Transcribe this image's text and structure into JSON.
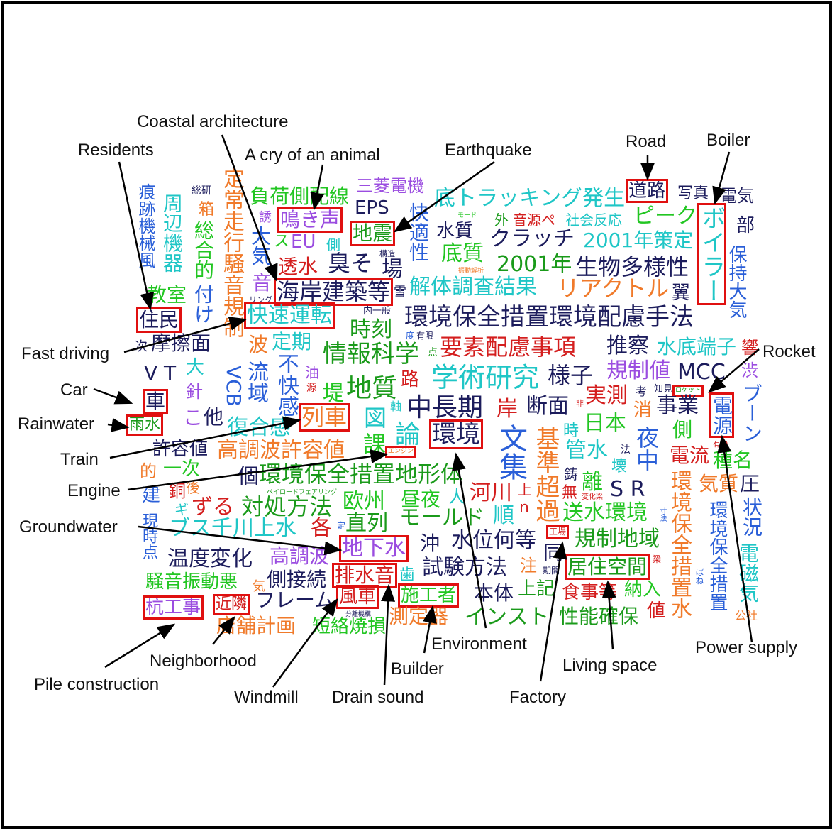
{
  "labels": {
    "coastal_architecture": "Coastal architecture",
    "residents": "Residents",
    "cry_of_animal": "A cry of an animal",
    "earthquake": "Earthquake",
    "road": "Road",
    "boiler": "Boiler",
    "rocket": "Rocket",
    "fast_driving": "Fast driving",
    "car": "Car",
    "rainwater": "Rainwater",
    "train": "Train",
    "engine": "Engine",
    "groundwater": "Groundwater",
    "neighborhood": "Neighborhood",
    "pile_construction": "Pile construction",
    "windmill": "Windmill",
    "drain_sound": "Drain sound",
    "builder": "Builder",
    "environment": "Environment",
    "factory": "Factory",
    "living_space": "Living space",
    "power_supply": "Power supply"
  },
  "colors": {
    "navy": "#1c1c5c",
    "blue": "#2a5fd8",
    "cyan": "#1fc6c6",
    "green": "#1a9a1a",
    "lime": "#22c622",
    "orange": "#f07a2a",
    "red": "#d41e1e",
    "purple": "#9b4de0",
    "highlight": "#e01010"
  },
  "words": [
    {
      "text": "痕跡機械風",
      "color": "blue"
    },
    {
      "text": "周辺機器",
      "color": "cyan"
    },
    {
      "text": "総研",
      "color": "navy"
    },
    {
      "text": "箱",
      "color": "orange"
    },
    {
      "text": "総合的",
      "color": "lime"
    },
    {
      "text": "付け",
      "color": "blue"
    },
    {
      "text": "定常走行騒音規制",
      "color": "orange"
    },
    {
      "text": "教室",
      "color": "lime"
    },
    {
      "text": "住民",
      "color": "navy"
    },
    {
      "text": "次",
      "color": "navy"
    },
    {
      "text": "摩擦面",
      "color": "navy"
    },
    {
      "text": "負荷側配線",
      "color": "lime"
    },
    {
      "text": "三菱電機",
      "color": "purple"
    },
    {
      "text": "EPS",
      "color": "navy"
    },
    {
      "text": "誘",
      "color": "purple"
    },
    {
      "text": "鳴き声",
      "color": "purple"
    },
    {
      "text": "地震",
      "color": "green"
    },
    {
      "text": "大気",
      "color": "blue"
    },
    {
      "text": "ス",
      "color": "lime"
    },
    {
      "text": "EU",
      "color": "purple"
    },
    {
      "text": "側",
      "color": "cyan"
    },
    {
      "text": "透水",
      "color": "red"
    },
    {
      "text": "臭そ",
      "color": "navy"
    },
    {
      "text": "構造",
      "color": "navy"
    },
    {
      "text": "場",
      "color": "navy"
    },
    {
      "text": "音",
      "color": "purple"
    },
    {
      "text": "海岸建築等",
      "color": "navy"
    },
    {
      "text": "雪",
      "color": "navy"
    },
    {
      "text": "リング",
      "color": "navy"
    },
    {
      "text": "快速運転",
      "color": "cyan"
    },
    {
      "text": "内一般",
      "color": "navy"
    },
    {
      "text": "時刻",
      "color": "green"
    },
    {
      "text": "波",
      "color": "orange"
    },
    {
      "text": "定期",
      "color": "cyan"
    },
    {
      "text": "情報科学",
      "color": "green"
    },
    {
      "text": "度",
      "color": "blue"
    },
    {
      "text": "有限",
      "color": "navy"
    },
    {
      "text": "点",
      "color": "green"
    },
    {
      "text": "V T",
      "color": "navy"
    },
    {
      "text": "大",
      "color": "cyan"
    },
    {
      "text": "針",
      "color": "purple"
    },
    {
      "text": "VCB",
      "color": "blue"
    },
    {
      "text": "流域",
      "color": "blue"
    },
    {
      "text": "不快感",
      "color": "blue"
    },
    {
      "text": "油",
      "color": "purple"
    },
    {
      "text": "源",
      "color": "red"
    },
    {
      "text": "堤",
      "color": "lime"
    },
    {
      "text": "地質",
      "color": "green"
    },
    {
      "text": "路",
      "color": "red"
    },
    {
      "text": "環境保全措置環境配慮手法",
      "color": "navy"
    },
    {
      "text": "要素配慮事項",
      "color": "red"
    },
    {
      "text": "推察",
      "color": "navy"
    },
    {
      "text": "水底端子",
      "color": "cyan"
    },
    {
      "text": "響",
      "color": "red"
    },
    {
      "text": "学術研究",
      "color": "cyan"
    },
    {
      "text": "様子",
      "color": "navy"
    },
    {
      "text": "規制値",
      "color": "purple"
    },
    {
      "text": "MCC",
      "color": "navy"
    },
    {
      "text": "渋",
      "color": "purple"
    },
    {
      "text": "車",
      "color": "navy"
    },
    {
      "text": "雨水",
      "color": "green"
    },
    {
      "text": "こ",
      "color": "purple"
    },
    {
      "text": "他",
      "color": "navy"
    },
    {
      "text": "復合感",
      "color": "cyan"
    },
    {
      "text": "列車",
      "color": "orange"
    },
    {
      "text": "図",
      "color": "cyan"
    },
    {
      "text": "軸",
      "color": "cyan"
    },
    {
      "text": "中長期",
      "color": "navy"
    },
    {
      "text": "岸",
      "color": "red"
    },
    {
      "text": "断面",
      "color": "navy"
    },
    {
      "text": "非",
      "color": "red"
    },
    {
      "text": "実測",
      "color": "red"
    },
    {
      "text": "考",
      "color": "navy"
    },
    {
      "text": "知見",
      "color": "navy"
    },
    {
      "text": "ロケット",
      "color": "green"
    },
    {
      "text": "消",
      "color": "orange"
    },
    {
      "text": "事業",
      "color": "navy"
    },
    {
      "text": "電源",
      "color": "blue"
    },
    {
      "text": "ブーン",
      "color": "blue"
    },
    {
      "text": "許容値",
      "color": "navy"
    },
    {
      "text": "高調波許容値",
      "color": "orange"
    },
    {
      "text": "課",
      "color": "lime"
    },
    {
      "text": "論",
      "color": "cyan"
    },
    {
      "text": "環境",
      "color": "navy"
    },
    {
      "text": "エンジン",
      "color": "orange"
    },
    {
      "text": "文集",
      "color": "blue"
    },
    {
      "text": "時",
      "color": "cyan"
    },
    {
      "text": "日本",
      "color": "lime"
    },
    {
      "text": "管水",
      "color": "cyan"
    },
    {
      "text": "法",
      "color": "navy"
    },
    {
      "text": "夜中",
      "color": "blue"
    },
    {
      "text": "側",
      "color": "lime"
    },
    {
      "text": "電流",
      "color": "red"
    },
    {
      "text": "種名",
      "color": "lime"
    },
    {
      "text": "有無",
      "color": "red"
    },
    {
      "text": "的",
      "color": "orange"
    },
    {
      "text": "一次",
      "color": "lime"
    },
    {
      "text": "個",
      "color": "navy"
    },
    {
      "text": "環境保全措置地形体",
      "color": "green"
    },
    {
      "text": "基準超過",
      "color": "orange"
    },
    {
      "text": "鋳",
      "color": "navy"
    },
    {
      "text": "壊",
      "color": "cyan"
    },
    {
      "text": "離",
      "color": "lime"
    },
    {
      "text": "S R",
      "color": "navy"
    },
    {
      "text": "環境保全措置水",
      "color": "orange"
    },
    {
      "text": "気質",
      "color": "orange"
    },
    {
      "text": "圧",
      "color": "navy"
    },
    {
      "text": "建",
      "color": "blue"
    },
    {
      "text": "銅",
      "color": "red"
    },
    {
      "text": "後",
      "color": "orange"
    },
    {
      "text": "ペイロードフェアリング",
      "color": "green"
    },
    {
      "text": "ずる",
      "color": "red"
    },
    {
      "text": "ギ",
      "color": "cyan"
    },
    {
      "text": "対処方法",
      "color": "green"
    },
    {
      "text": "欧州",
      "color": "lime"
    },
    {
      "text": "昼夜",
      "color": "lime"
    },
    {
      "text": "人",
      "color": "cyan"
    },
    {
      "text": "河川",
      "color": "red"
    },
    {
      "text": "上",
      "color": "red"
    },
    {
      "text": "n",
      "color": "red"
    },
    {
      "text": "無",
      "color": "red"
    },
    {
      "text": "変化梁",
      "color": "red"
    },
    {
      "text": "順",
      "color": "cyan"
    },
    {
      "text": "送水環境",
      "color": "lime"
    },
    {
      "text": "寸法",
      "color": "blue"
    },
    {
      "text": "状況",
      "color": "blue"
    },
    {
      "text": "現時点",
      "color": "blue"
    },
    {
      "text": "ブス千川上水",
      "color": "cyan"
    },
    {
      "text": "各",
      "color": "red"
    },
    {
      "text": "定",
      "color": "blue"
    },
    {
      "text": "直列",
      "color": "green"
    },
    {
      "text": "モールド",
      "color": "green"
    },
    {
      "text": "地下水",
      "color": "purple"
    },
    {
      "text": "沖",
      "color": "navy"
    },
    {
      "text": "水位何等",
      "color": "navy"
    },
    {
      "text": "同",
      "color": "navy"
    },
    {
      "text": "工場",
      "color": "red"
    },
    {
      "text": "規制地域",
      "color": "green"
    },
    {
      "text": "環境保全措置",
      "color": "blue"
    },
    {
      "text": "温度変化",
      "color": "navy"
    },
    {
      "text": "高調波",
      "color": "purple"
    },
    {
      "text": "排水音",
      "color": "red"
    },
    {
      "text": "歯",
      "color": "cyan"
    },
    {
      "text": "試験方法",
      "color": "navy"
    },
    {
      "text": "注",
      "color": "orange"
    },
    {
      "text": "期間",
      "color": "navy"
    },
    {
      "text": "居住空間",
      "color": "green"
    },
    {
      "text": "梁",
      "color": "red"
    },
    {
      "text": "ばね",
      "color": "blue"
    },
    {
      "text": "電磁気",
      "color": "cyan"
    },
    {
      "text": "騒音振動悪",
      "color": "lime"
    },
    {
      "text": "気",
      "color": "orange"
    },
    {
      "text": "側接続",
      "color": "navy"
    },
    {
      "text": "風車",
      "color": "red"
    },
    {
      "text": "施工者",
      "color": "lime"
    },
    {
      "text": "本体",
      "color": "navy"
    },
    {
      "text": "上記",
      "color": "green"
    },
    {
      "text": "食事等",
      "color": "red"
    },
    {
      "text": "納入",
      "color": "lime"
    },
    {
      "text": "公社",
      "color": "orange"
    },
    {
      "text": "杭工事",
      "color": "purple"
    },
    {
      "text": "近隣",
      "color": "red"
    },
    {
      "text": "フレーム",
      "color": "navy"
    },
    {
      "text": "分離機構",
      "color": "navy"
    },
    {
      "text": "店舗計画",
      "color": "orange"
    },
    {
      "text": "短絡焼損",
      "color": "lime"
    },
    {
      "text": "測定器",
      "color": "orange"
    },
    {
      "text": "インスト",
      "color": "green"
    },
    {
      "text": "性能確保",
      "color": "green"
    },
    {
      "text": "値",
      "color": "red"
    },
    {
      "text": "写真",
      "color": "navy"
    },
    {
      "text": "底トラッキング発生",
      "color": "cyan"
    },
    {
      "text": "道路",
      "color": "navy"
    },
    {
      "text": "モード",
      "color": "lime"
    },
    {
      "text": "外",
      "color": "green"
    },
    {
      "text": "音源ぺ",
      "color": "red"
    },
    {
      "text": "社会反応",
      "color": "cyan"
    },
    {
      "text": "ピーク",
      "color": "lime"
    },
    {
      "text": "ボイラー",
      "color": "cyan"
    },
    {
      "text": "水質",
      "color": "navy"
    },
    {
      "text": "クラッチ",
      "color": "navy"
    },
    {
      "text": "2001年策定",
      "color": "cyan"
    },
    {
      "text": "保持大気",
      "color": "blue"
    },
    {
      "text": "底質",
      "color": "lime"
    },
    {
      "text": "振動解析",
      "color": "orange"
    },
    {
      "text": "2001年",
      "color": "green"
    },
    {
      "text": "生物多様性",
      "color": "navy"
    },
    {
      "text": "解体調査結果",
      "color": "cyan"
    },
    {
      "text": "リアクトル",
      "color": "orange"
    },
    {
      "text": "翼",
      "color": "navy"
    },
    {
      "text": "電気",
      "color": "navy"
    },
    {
      "text": "部",
      "color": "navy"
    },
    {
      "text": "快適性",
      "color": "blue"
    }
  ]
}
